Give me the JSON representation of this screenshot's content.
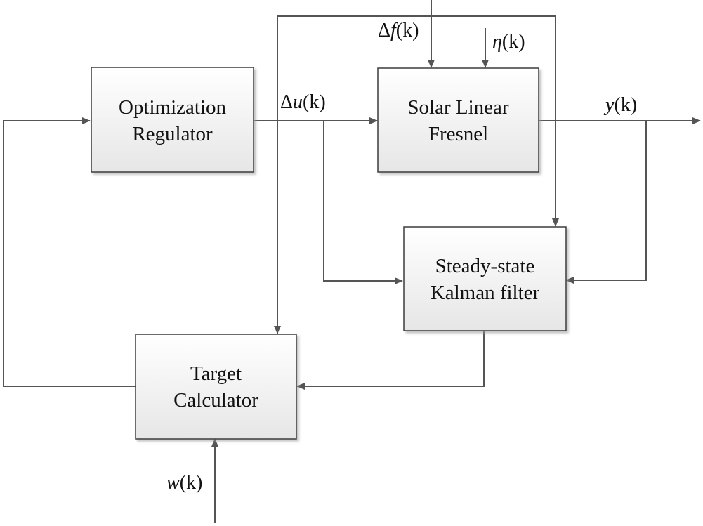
{
  "blocks": {
    "optimization_regulator": {
      "line1": "Optimization",
      "line2": "Regulator"
    },
    "solar_linear_fresnel": {
      "line1": "Solar Linear",
      "line2": "Fresnel"
    },
    "kalman_filter": {
      "line1": "Steady-state",
      "line2": "Kalman filter"
    },
    "target_calculator": {
      "line1": "Target",
      "line2": "Calculator"
    }
  },
  "signals": {
    "delta_u": {
      "prefix": "Δ",
      "var": "u",
      "arg": "(k)"
    },
    "delta_f": {
      "prefix": "Δ",
      "var": "f",
      "arg": "(k)"
    },
    "eta": {
      "prefix": "",
      "var": "η",
      "arg": "(k)"
    },
    "y": {
      "prefix": "",
      "var": "y",
      "arg": "(k)"
    },
    "w": {
      "prefix": "",
      "var": "w",
      "arg": "(k)"
    }
  },
  "colors": {
    "wire": "#555555",
    "box_border": "#3a3a3a",
    "box_fill_top": "#ffffff",
    "box_fill_bottom": "#e6e6e6"
  }
}
